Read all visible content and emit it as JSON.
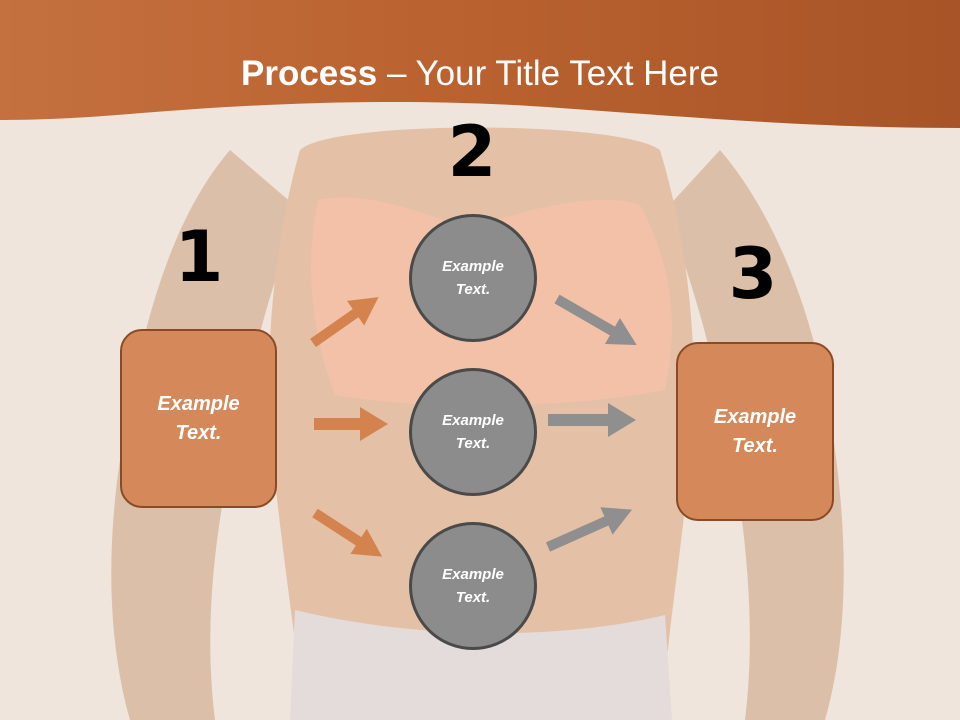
{
  "title": {
    "bold": "Process",
    "rest": " – Your Title Text Here"
  },
  "steps": [
    "1",
    "2",
    "3"
  ],
  "left_box": {
    "text": "Example Text."
  },
  "right_box": {
    "text": "Example Text."
  },
  "circles": [
    {
      "text": "Example Text."
    },
    {
      "text": "Example Text."
    },
    {
      "text": "Example Text."
    }
  ],
  "colors": {
    "header": "#b9612f",
    "box_fill": "#d5895a",
    "box_border": "#8a4a26",
    "circle_fill": "#8c8c8c",
    "orange_arrow": "#d4834f",
    "gray_arrow": "#8f8f8f"
  }
}
